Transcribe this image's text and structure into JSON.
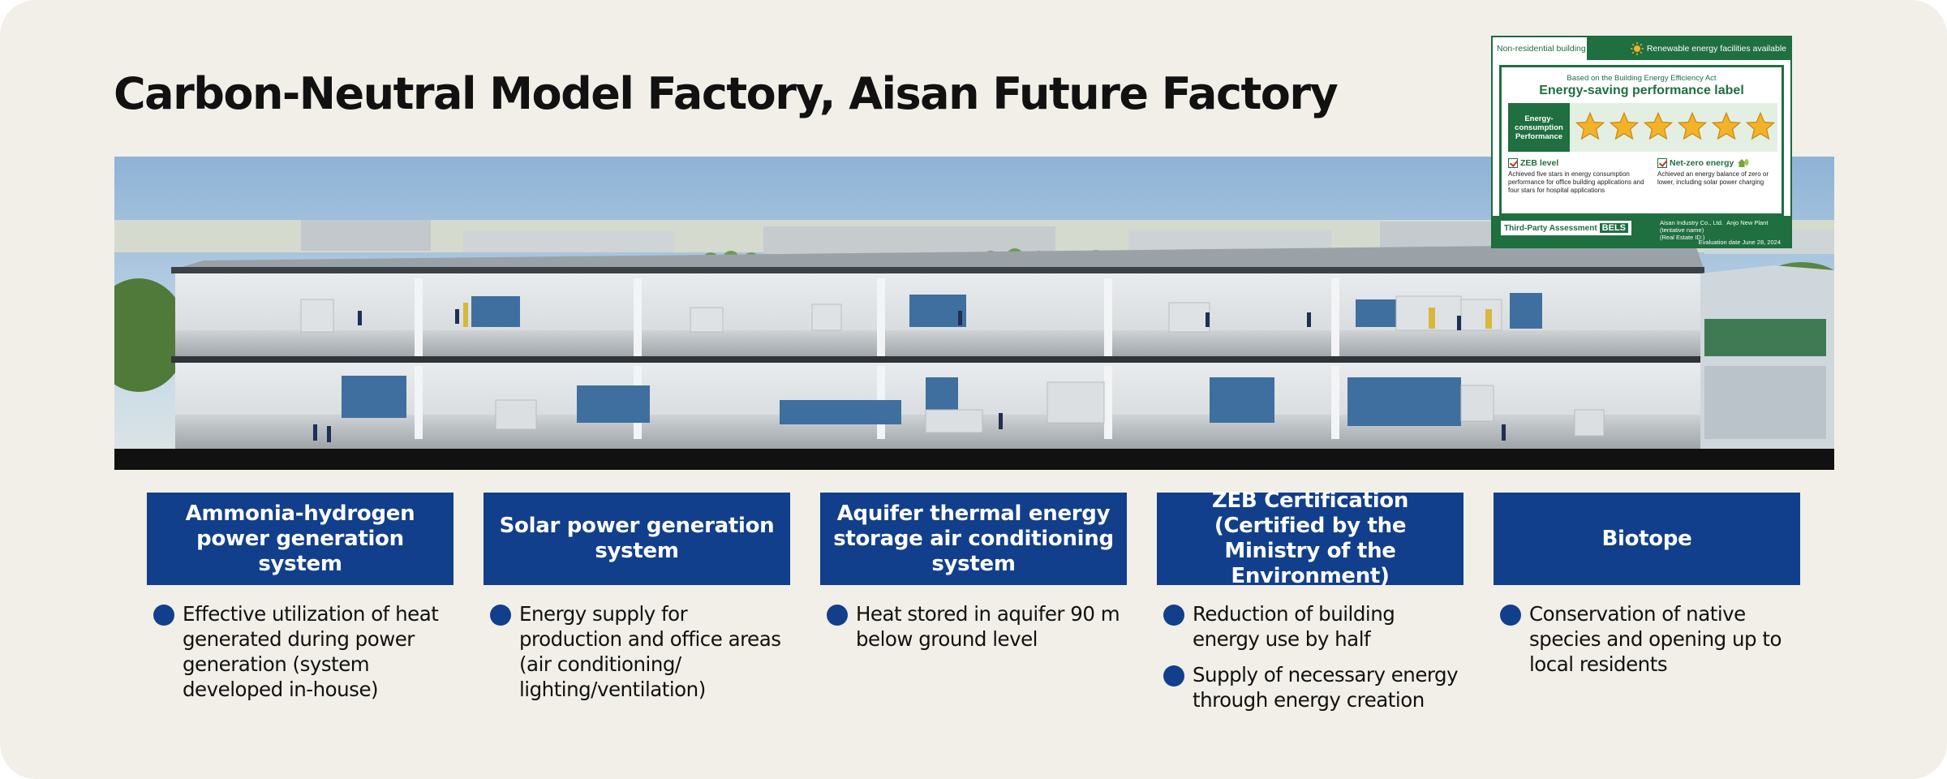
{
  "page": {
    "title": "Carbon-Neutral Model Factory,  Aisan Future Factory"
  },
  "label": {
    "header_left": "Non-residential building",
    "header_right": "Renewable energy facilities available",
    "subtitle": "Based on the Building Energy Efficiency Act",
    "main_title": "Energy-saving performance label",
    "rating_tag": "Energy-consumption Performance",
    "stars": 6,
    "zeb_title": "ZEB level",
    "zeb_text": "Achieved five stars in energy consumption performance for office building applications and four stars for hospital applications",
    "netzero_title": "Net-zero energy",
    "netzero_text": "Achieved an energy balance of zero or lower, including solar power charging",
    "assessment": "Third-Party Assessment",
    "bels": "BELS",
    "owner_company": "Aisan Industry Co., Ltd.",
    "owner_plant": "Anjo New Plant (tentative name)",
    "owner_id": "(Real Estate ID:)",
    "evaluation_date": "Evaluation date June 28, 2024",
    "colors": {
      "green": "#1f6f41",
      "star": "#f2b32a"
    }
  },
  "features": [
    {
      "heading": "Ammonia-hydrogen power generation system",
      "bullets": [
        "Effective utilization of heat generated during power generation (system developed in-house)"
      ]
    },
    {
      "heading": "Solar power generation system",
      "bullets": [
        "Energy supply for production and office areas (air conditioning/ lighting/ventilation)"
      ]
    },
    {
      "heading": "Aquifer thermal energy storage air conditioning system",
      "bullets": [
        "Heat stored in aquifer 90 m below ground level"
      ]
    },
    {
      "heading": "ZEB Certification (Certified by the Ministry of the Environment)",
      "bullets": [
        "Reduction of building energy use by half",
        "Supply of necessary energy through energy creation"
      ]
    },
    {
      "heading": "Biotope",
      "bullets": [
        "Conservation of native species and opening up to local residents"
      ]
    }
  ],
  "colors": {
    "panel": "#f1efe7",
    "accent_blue": "#123f8c"
  }
}
